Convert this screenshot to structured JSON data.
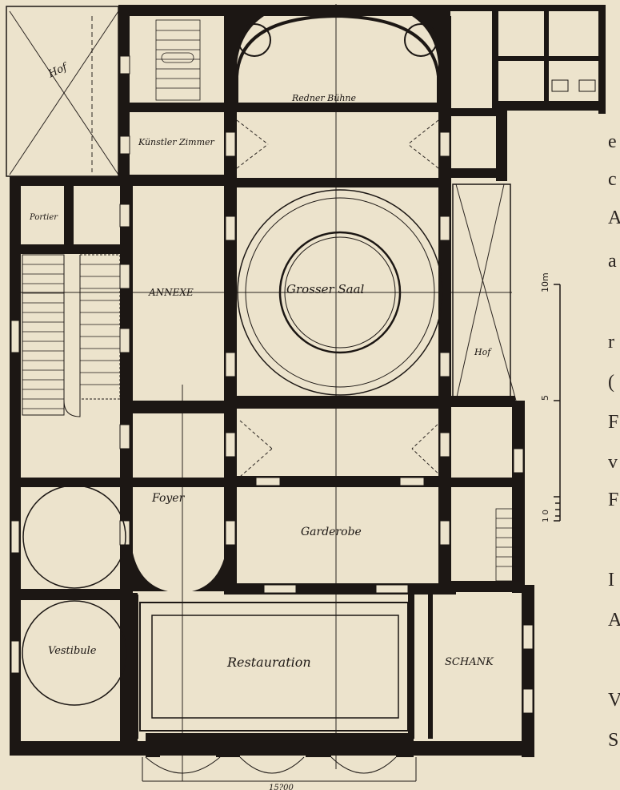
{
  "plan": {
    "rooms": {
      "hof_left": "Hof",
      "rednerbuehne": "Redner Bühne",
      "kuenstlerzimmer": "Künstler Zimmer",
      "portier": "Portier",
      "annexe": "ANNEXE",
      "grosser_saal": "Grosser Saal",
      "hof_right": "Hof",
      "foyer": "Foyer",
      "garderobe": "Garderobe",
      "vestibule": "Vestibule",
      "restauration": "Restauration",
      "schank": "SCHANK"
    },
    "scale": {
      "unit": "10m",
      "ticks": [
        "10m",
        "5",
        "1 0"
      ]
    },
    "bottom_label": "15?00"
  },
  "page_margin_text": [
    "e",
    "c",
    "A",
    "a",
    "r",
    "(",
    "F",
    "v",
    "F",
    "I",
    "A",
    "V",
    "S"
  ],
  "colors": {
    "paper": "#ece3cc",
    "ink": "#1c1714"
  }
}
